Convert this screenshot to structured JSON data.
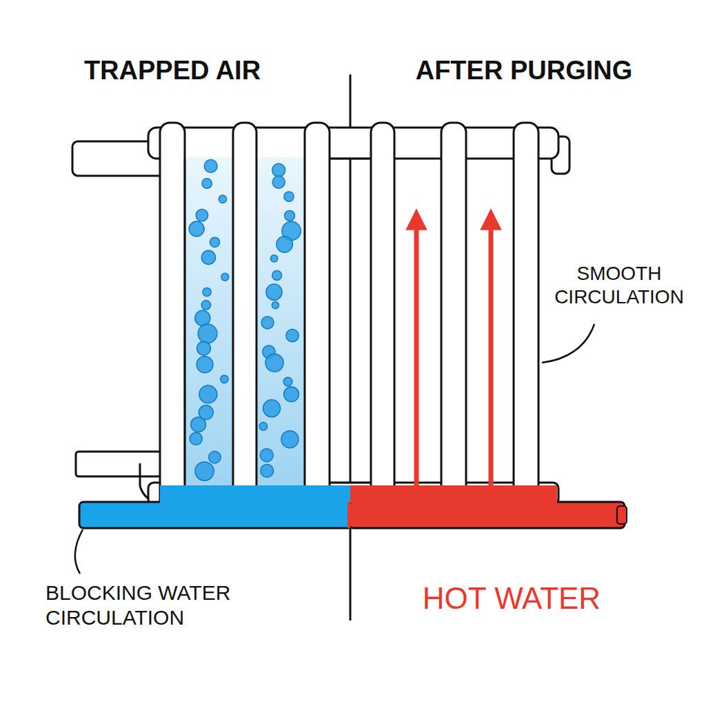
{
  "diagram": {
    "labels": [
      "TRAPPED AIR",
      "AFTER PURGING",
      "SMOOTH CIRCULATION",
      "BLOCKING WATER CIRCULATION",
      "HOT WATER"
    ]
  }
}
